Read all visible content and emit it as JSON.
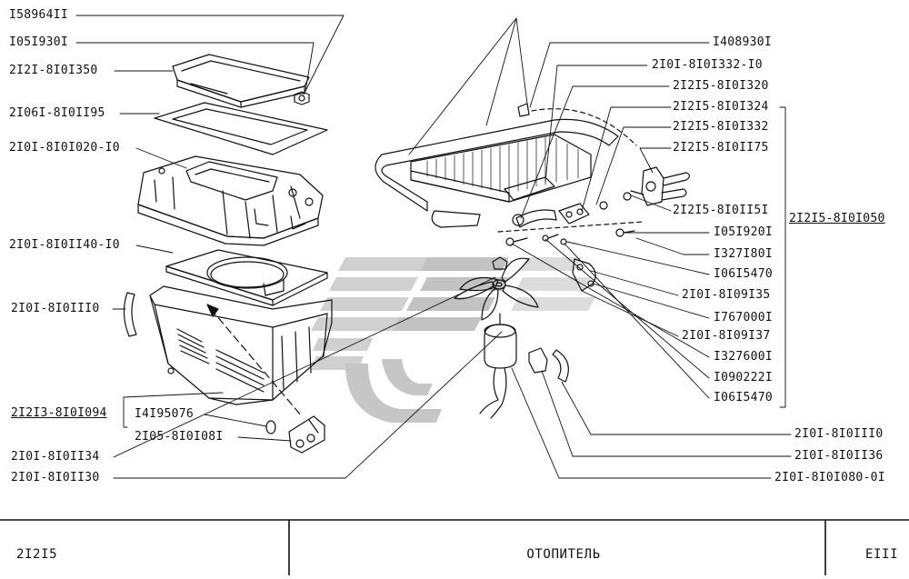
{
  "diagram": {
    "left_labels": [
      "I58964II",
      "I05I930I",
      "2I2I-8I0I350",
      "2I06I-8I0II95",
      "2I0I-8I0I020-I0",
      "2I0I-8I0II40-I0",
      "2I0I-8I0III0",
      "2I2I3-8I0I094",
      "I4I95076",
      "2I05-8I0I08I",
      "2I0I-8I0II34",
      "2I0I-8I0II30"
    ],
    "right_labels": [
      "I408930I",
      "2I0I-8I0I332-I0",
      "2I2I5-8I0I320",
      "2I2I5-8I0I324",
      "2I2I5-8I0I332",
      "2I2I5-8I0II75",
      "2I2I5-8I0II5I",
      "I05I920I",
      "I327I80I",
      "I06I5470",
      "2I0I-8I09I35",
      "I767000I",
      "2I0I-8I09I37",
      "I327600I",
      "I090222I",
      "I06I5470",
      "2I0I-8I0III0",
      "2I0I-8I0II36",
      "2I0I-8I0I080-0I"
    ],
    "assembly_label": "2I2I5-8I0I050"
  },
  "footer": {
    "left": "2I2I5",
    "center": "ОТОПИТЕЛЬ",
    "right": "EIII"
  }
}
